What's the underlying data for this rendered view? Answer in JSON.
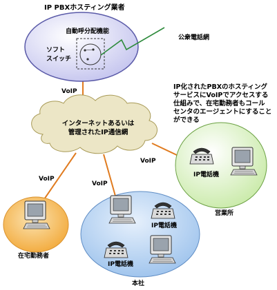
{
  "hosting": {
    "title": "IP PBXホスティング業者",
    "function": "自動呼分配機能",
    "softswitch": [
      "ソフト",
      "スイッチ"
    ]
  },
  "pstn": "公衆電話網",
  "cloud": [
    "インターネットあるいは",
    "管理されたIP通信網"
  ],
  "voip": "VoIP",
  "note": [
    "IP化されたPBXのホスティング",
    "サービスにVoIPでアクセスする",
    "仕組みで、在宅勤務者もコール",
    "センタのエージェントにすること",
    "ができる"
  ],
  "branch": {
    "ip_phone": "IP電話機",
    "name": "営業所"
  },
  "home": {
    "name": "在宅勤務者"
  },
  "hq": {
    "ip_phone_1": "IP電話機",
    "ip_phone_2": "IP電話機",
    "name": "本社"
  },
  "colors": {
    "hosting_fill": "#dcdcf4",
    "hosting_stroke": "#5a5aa8",
    "cloud_fill": "#ece6c6",
    "branch_fill": "#d9f0c2",
    "home_fill": "#f6c46a",
    "hq_fill": "#b8d4f2",
    "link": "#e07b1f",
    "pstn_line": "#2e8b3c"
  }
}
